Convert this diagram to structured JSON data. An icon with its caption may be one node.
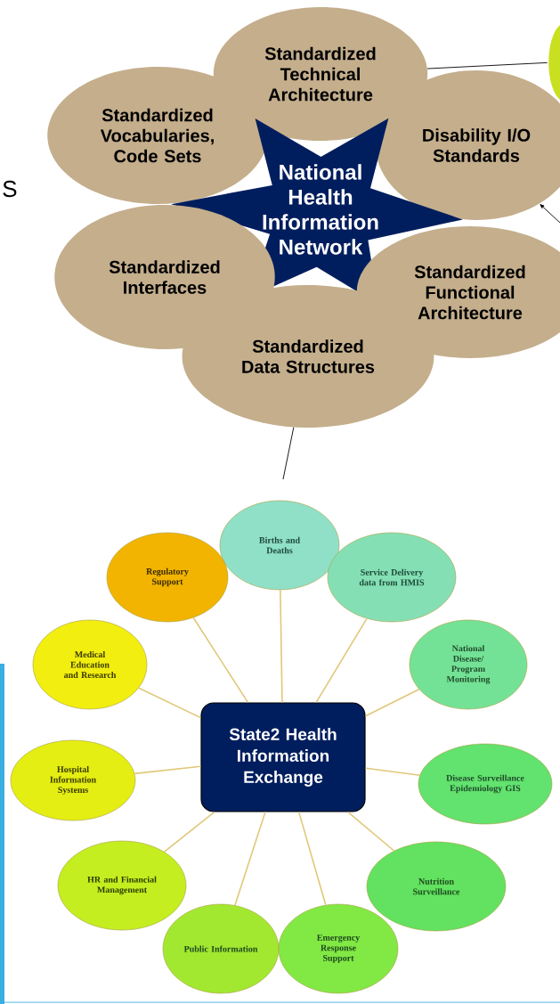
{
  "diagram": {
    "nodes": [
      {
        "text": [
          "Standardized Technical Architecture"
        ]
      },
      {
        "text": [
          "Standardized Vocabularies, Code Sets"
        ]
      },
      {
        "text": [
          "Disability I/O Standards"
        ]
      },
      {
        "text": [
          "National Health Information Network"
        ]
      },
      {
        "text": [
          "Standardized Interfaces"
        ]
      },
      {
        "text": [
          "Standardized Functional Architecture"
        ]
      },
      {
        "text": [
          "Standardized Data Structures"
        ]
      },
      {
        "text": [],
        "shape": "circle"
      },
      {
        "text": [
          "Births and Deaths"
        ]
      },
      {
        "text": [
          "Regulatory Support"
        ]
      },
      {
        "text": [
          "Service Delivery data from HMIS"
        ]
      },
      {
        "text": [
          "Medical Education and Research"
        ]
      },
      {
        "text": [
          "National Disease/ Program Monitoring"
        ]
      },
      {
        "text": [
          "State2 Health Information Exchange"
        ]
      },
      {
        "text": [
          "Hospital Information Systems"
        ]
      },
      {
        "text": [
          "Disease Surveillance Epidemiology GIS"
        ]
      },
      {
        "text": [
          "HR and Financial Management"
        ]
      },
      {
        "text": [
          "Nutrition Surveillance"
        ]
      },
      {
        "text": [
          "Public Information"
        ]
      },
      {
        "text": [
          "Emergency Response Support"
        ]
      }
    ],
    "edges": [
      {
        "from": 0,
        "to": 7,
        "arrow": "none",
        "color": "#000000"
      },
      {
        "from": null,
        "to": 2,
        "arrow": "to",
        "color": "#000000"
      },
      {
        "from": 6,
        "to": null,
        "arrow": "none",
        "color": "#000000"
      },
      {
        "from": 13,
        "to": 8,
        "arrow": "none"
      },
      {
        "from": 13,
        "to": 9,
        "arrow": "none"
      },
      {
        "from": 13,
        "to": 10,
        "arrow": "none"
      },
      {
        "from": 13,
        "to": 11,
        "arrow": "none"
      },
      {
        "from": 13,
        "to": 12,
        "arrow": "none"
      },
      {
        "from": 13,
        "to": 14,
        "arrow": "none"
      },
      {
        "from": 13,
        "to": 15,
        "arrow": "none"
      },
      {
        "from": 13,
        "to": 16,
        "arrow": "none"
      },
      {
        "from": 13,
        "to": 17,
        "arrow": "none"
      },
      {
        "from": 13,
        "to": 18,
        "arrow": "none"
      },
      {
        "from": 13,
        "to": 19,
        "arrow": "none"
      }
    ],
    "labels": [
      "S"
    ]
  }
}
